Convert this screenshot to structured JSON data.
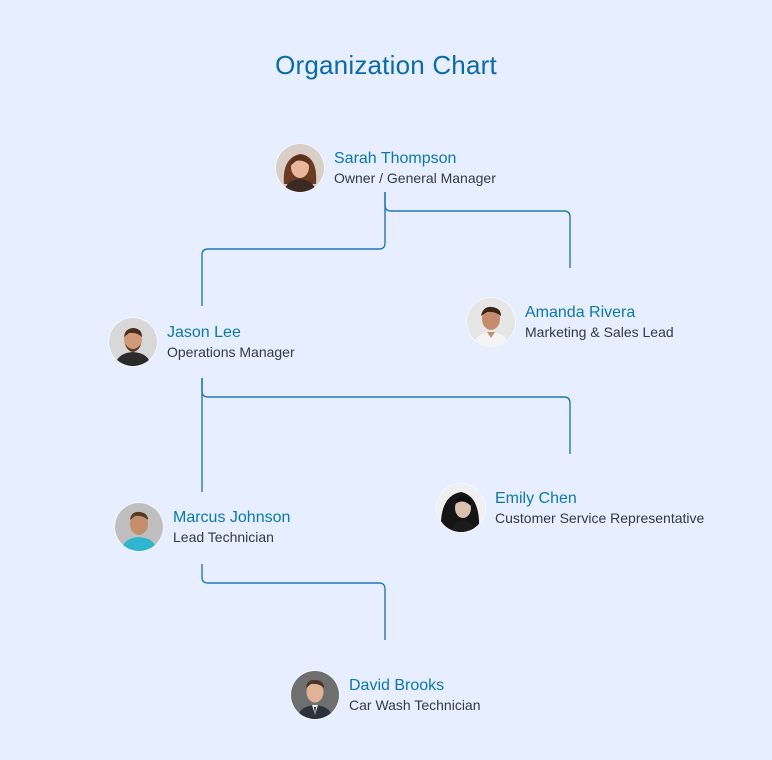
{
  "title": "Organization Chart",
  "colors": {
    "background": "#e6eeff",
    "title": "#0b6aa8",
    "name": "#0b78ad",
    "role": "#333a44",
    "connector": "#2377b3"
  },
  "people": {
    "sarah": {
      "name": "Sarah Thompson",
      "role": "Owner / General Manager",
      "icon": "avatar-woman-icon"
    },
    "amanda": {
      "name": "Amanda Rivera",
      "role": "Marketing & Sales Lead",
      "icon": "avatar-man-icon"
    },
    "jason": {
      "name": "Jason Lee",
      "role": "Operations Manager",
      "icon": "avatar-man-icon"
    },
    "emily": {
      "name": "Emily Chen",
      "role": "Customer Service Representative",
      "icon": "avatar-woman-icon"
    },
    "marcus": {
      "name": "Marcus Johnson",
      "role": "Lead Technician",
      "icon": "avatar-man-icon"
    },
    "david": {
      "name": "David Brooks",
      "role": "Car Wash Technician",
      "icon": "avatar-man-icon"
    }
  }
}
